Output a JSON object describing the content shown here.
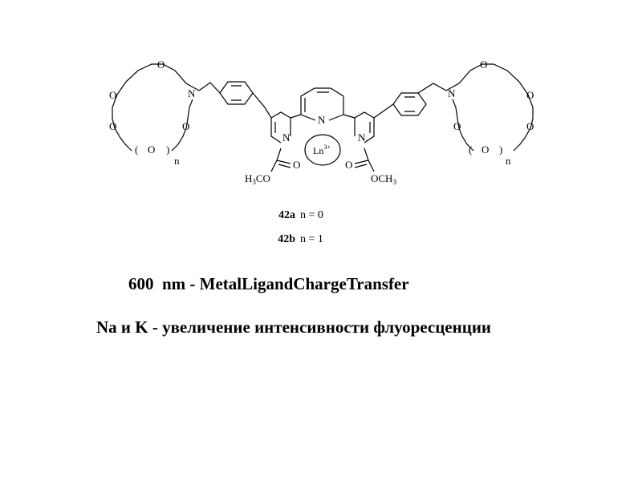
{
  "structure": {
    "labels": {
      "n_atom": "N",
      "o_atom": "O",
      "metal_ion": "Ln",
      "metal_charge": "3+",
      "repeat_n": "n",
      "paren_open": "(",
      "paren_close": ")",
      "ester_o": "O",
      "methoxy_left_h": "H",
      "methoxy_left_sub": "3",
      "methoxy_left_co": "CO",
      "methoxy_right": "OCH",
      "methoxy_right_sub": "3"
    },
    "compounds": [
      {
        "id": "42a",
        "condition": "n = 0"
      },
      {
        "id": "42b",
        "condition": "n = 1"
      }
    ]
  },
  "text": {
    "line1": "600  nm - MetalLigandChargeTransfer",
    "line2": "Na и K - увеличение интенсивности флуоресценции"
  }
}
